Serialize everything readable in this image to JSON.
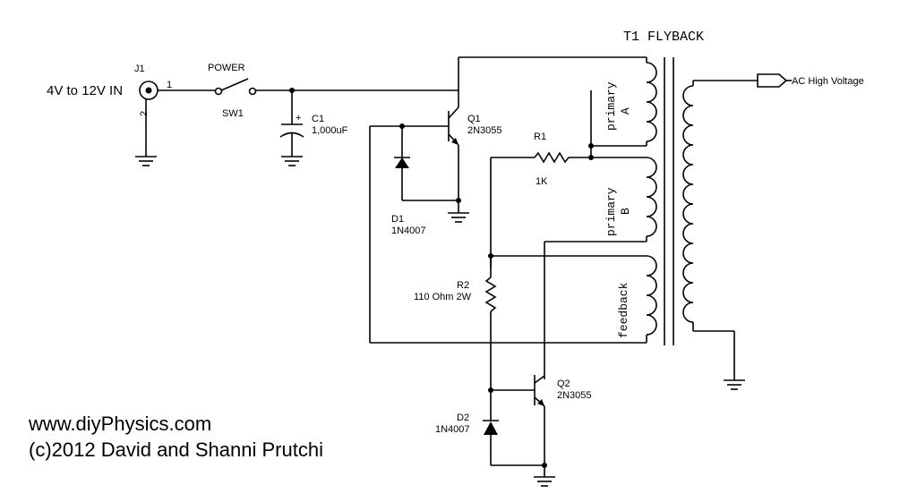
{
  "transformer": {
    "title": "T1 FLYBACK",
    "primary_a": [
      "primary",
      "A"
    ],
    "primary_b": [
      "primary",
      "B"
    ],
    "feedback": "feedback"
  },
  "input": {
    "label": "4V to 12V IN",
    "ref": "J1",
    "pin1": "1",
    "pin2": "2"
  },
  "switch": {
    "name": "POWER",
    "ref": "SW1"
  },
  "c1": {
    "ref": "C1",
    "value": "1,000uF",
    "polarity": "+"
  },
  "q1": {
    "ref": "Q1",
    "part": "2N3055"
  },
  "q2": {
    "ref": "Q2",
    "part": "2N3055"
  },
  "d1": {
    "ref": "D1",
    "part": "1N4007"
  },
  "d2": {
    "ref": "D2",
    "part": "1N4007"
  },
  "r1": {
    "ref": "R1",
    "value": "1K"
  },
  "r2": {
    "ref": "R2",
    "value": "110 Ohm 2W"
  },
  "output": {
    "label": "AC High Voltage"
  },
  "credits": {
    "website": "www.diyPhysics.com",
    "copyright": "(c)2012 David and Shanni Prutchi"
  }
}
